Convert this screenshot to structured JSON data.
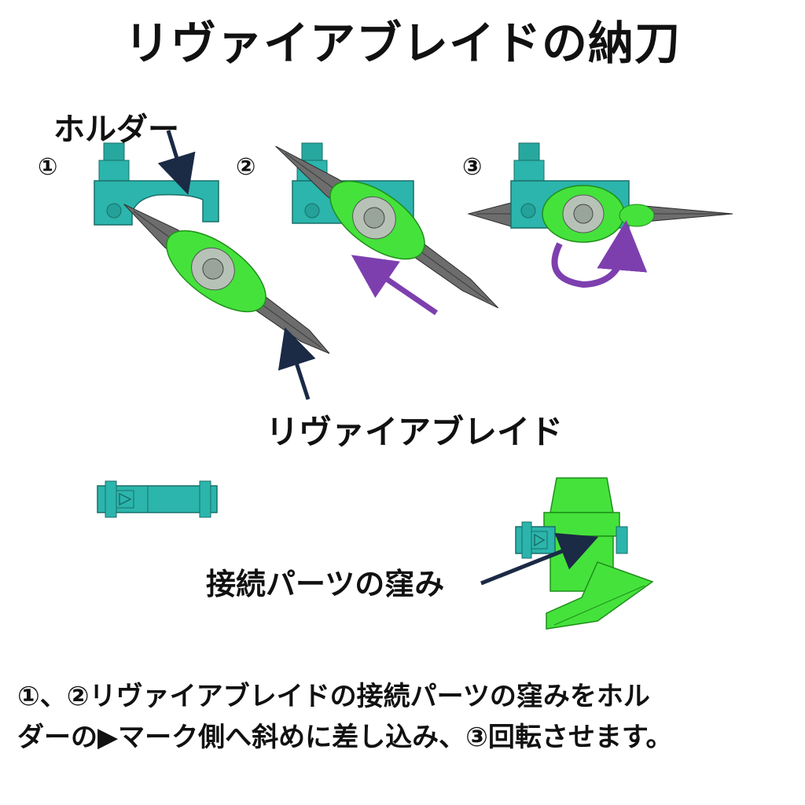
{
  "title": "リヴァイアブレイドの納刀",
  "labels": {
    "holder": "ホルダー",
    "blade": "リヴァイアブレイド",
    "recess": "接続パーツの窪み"
  },
  "steps": [
    "①",
    "②",
    "③"
  ],
  "caption": {
    "line1": "①、②リヴァイアブレイドの接続パーツの窪みをホル",
    "line2": "ダーの▶マーク側へ斜めに差し込み、③回転させます。"
  },
  "colors": {
    "holder_teal": "#2bb5ac",
    "part_green": "#45e23c",
    "blade_grey": "#6d6d6d",
    "arrow_purple": "#7d3fae",
    "arrow_navy": "#1b2a45"
  }
}
